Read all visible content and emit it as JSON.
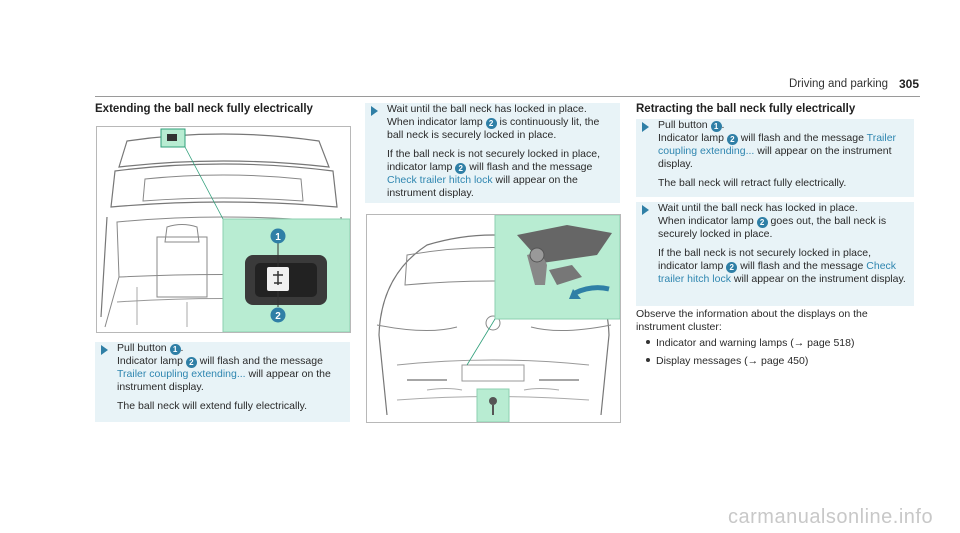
{
  "header": {
    "section": "Driving and parking",
    "page": "305"
  },
  "left": {
    "heading": "Extending the ball neck fully electrically",
    "callouts": [
      "1",
      "2"
    ],
    "step1": {
      "a": "Pull button ",
      "n1": "1",
      "b": ".",
      "c": "Indicator lamp ",
      "n2": "2",
      "d": " will flash and the message ",
      "msg": "Trailer coupling extending...",
      "e": " will appear on the instrument display.",
      "p2": "The ball neck will extend fully electrically."
    }
  },
  "middle": {
    "step2": {
      "a": "Wait until the ball neck has locked in place.",
      "b": "When indicator lamp ",
      "n2": "2",
      "c": " is continuously lit, the ball neck is securely locked in place.",
      "d": "If the ball neck is not securely locked in place, indicator lamp ",
      "n2b": "2",
      "e": " will flash and the message ",
      "msg": "Check trailer hitch lock",
      "f": " will appear on the instrument display."
    }
  },
  "right": {
    "heading": "Retracting the ball neck fully electrically",
    "step1": {
      "a": "Pull button ",
      "n1": "1",
      "b": ".",
      "c": "Indicator lamp ",
      "n2": "2",
      "d": " will flash and the message ",
      "msg": "Trailer coupling extending...",
      "e": " will appear on the instrument display.",
      "p2": "The ball neck will retract fully electrically."
    },
    "step2": {
      "a": "Wait until the ball neck has locked in place.",
      "b": "When indicator lamp ",
      "n2": "2",
      "c": " goes out, the ball neck is securely locked in place.",
      "d": "If the ball neck is not securely locked in place, indicator lamp ",
      "n2b": "2",
      "e": " will flash and the message ",
      "msg": "Check trailer hitch lock",
      "f": " will appear on the instrument display."
    },
    "observe": "Observe the information about the displays on the instrument cluster:",
    "bullets": [
      {
        "text": "Indicator and warning lamps (",
        "arrow": "→",
        "ref": " page 518)"
      },
      {
        "text": "Display messages (",
        "arrow": "→",
        "ref": " page 450)"
      }
    ]
  },
  "watermark": "carmanualsonline.info",
  "colors": {
    "accent": "#2f7fa6",
    "highlight": "#b8ecd2",
    "step_bg": "#e8f3f7",
    "link": "#2f86b0"
  }
}
